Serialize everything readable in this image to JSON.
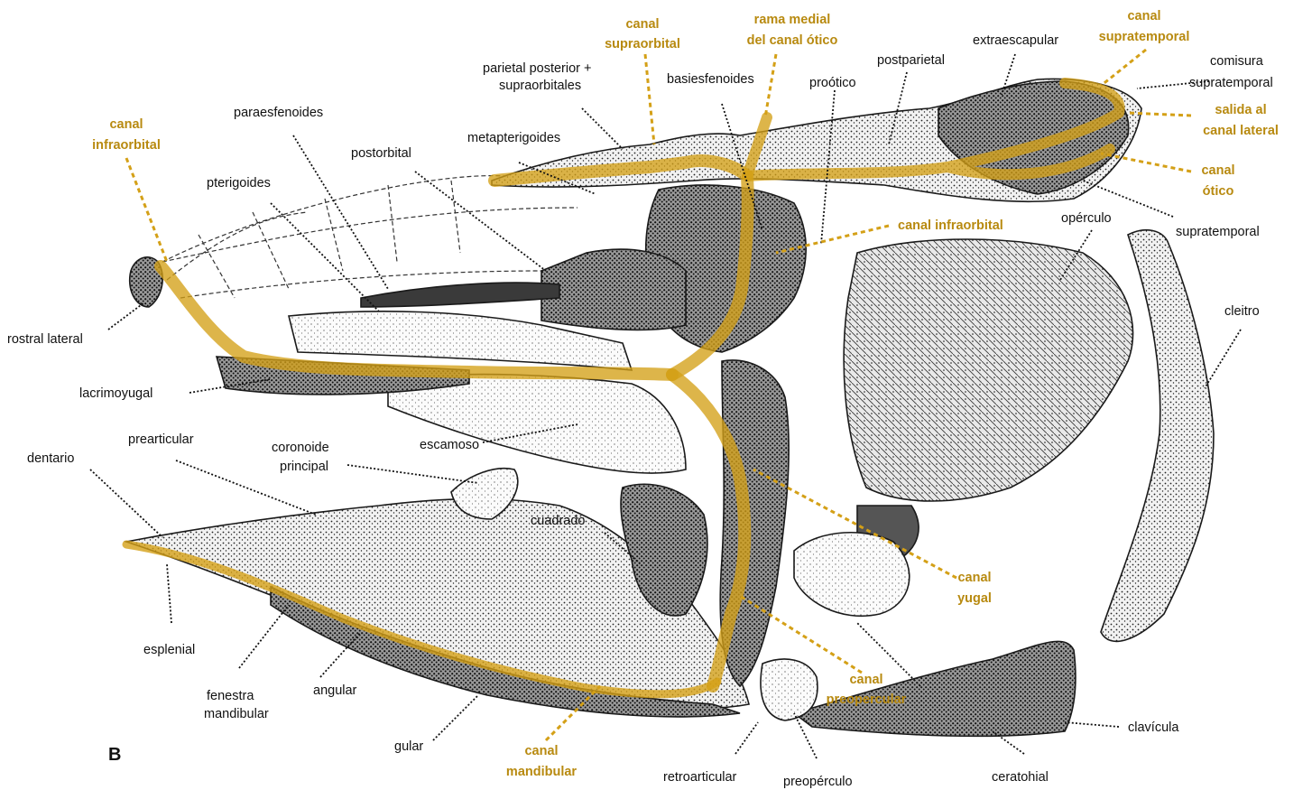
{
  "panel_letter": "B",
  "colors": {
    "canal": "#d4a017",
    "canal_text": "#b88a10",
    "bone_dark": "#2b2b2b",
    "bone_mid": "#6f6f6f",
    "bone_light": "#bdbdbd",
    "label_text": "#111111"
  },
  "bones": {
    "parietal_posterior_1": "parietal posterior +",
    "parietal_posterior_2": "supraorbitales",
    "paraesfenoides": "paraesfenoides",
    "metapterigoides": "metapterigoides",
    "postorbital": "postorbital",
    "pterigoides": "pterigoides",
    "basiesfenoides": "basiesfenoides",
    "prootico": "proótico",
    "postparietal": "postparietal",
    "extraescapular": "extraescapular",
    "comisura_1": "comisura",
    "comisura_2": "supratemporal",
    "supratemporal": "supratemporal",
    "operculo": "opérculo",
    "cleitro": "cleitro",
    "rostral_lateral": "rostral lateral",
    "lacrimoyugal": "lacrimoyugal",
    "escamoso": "escamoso",
    "prearticular": "prearticular",
    "coronoide_1": "coronoide",
    "coronoide_2": "principal",
    "dentario": "dentario",
    "cuadrado": "cuadrado",
    "esplenial": "esplenial",
    "fenestra_1": "fenestra",
    "fenestra_2": "mandibular",
    "angular": "angular",
    "gular": "gular",
    "retroarticular": "retroarticular",
    "preoperculo": "preopérculo",
    "ceratohial": "ceratohial",
    "clavicula": "clavícula"
  },
  "canals": {
    "supraorbital_1": "canal",
    "supraorbital_2": "supraorbital",
    "rama_medial_1": "rama medial",
    "rama_medial_2": "del canal ótico",
    "supratemporal_1": "canal",
    "supratemporal_2": "supratemporal",
    "salida_1": "salida al",
    "salida_2": "canal lateral",
    "otico_1": "canal",
    "otico_2": "ótico",
    "infraorbital_top_1": "canal",
    "infraorbital_top_2": "infraorbital",
    "infraorbital_mid": "canal infraorbital",
    "yugal_1": "canal",
    "yugal_2": "yugal",
    "preopercular_1": "canal",
    "preopercular_2": "preopercular",
    "mandibular_1": "canal",
    "mandibular_2": "mandibular"
  }
}
